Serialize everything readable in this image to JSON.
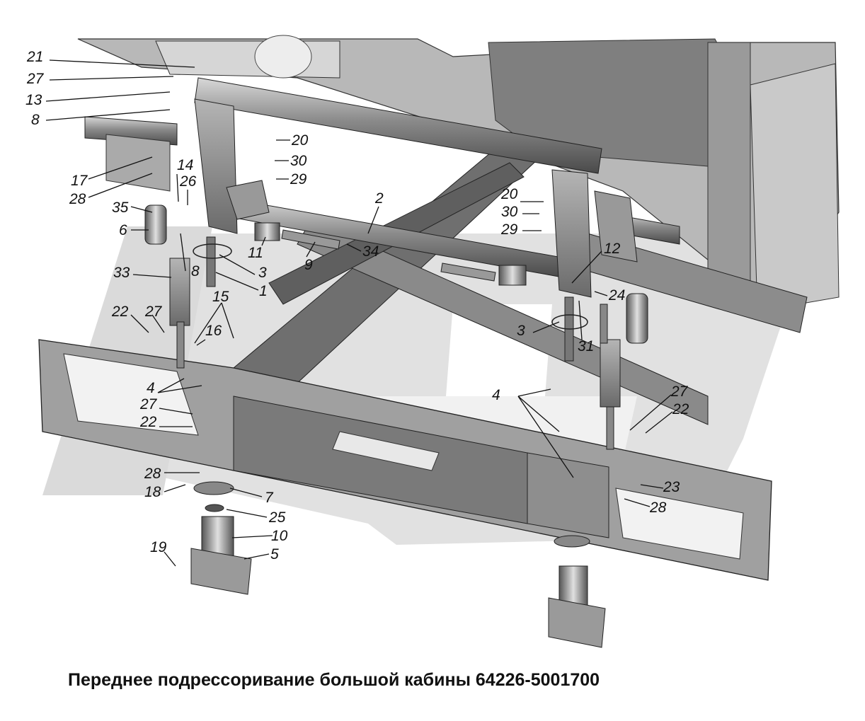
{
  "caption": "Переднее подрессоривание большой кабины 64226-5001700",
  "callouts": {
    "c21": "21",
    "c27a": "27",
    "c13": "13",
    "c8a": "8",
    "c17": "17",
    "c28a": "28",
    "c14": "14",
    "c26": "26",
    "c35": "35",
    "c6": "6",
    "c33": "33",
    "c8b": "8",
    "c22a": "22",
    "c27b": "27",
    "c15": "15",
    "c16": "16",
    "c4a": "4",
    "c27c": "27",
    "c22b": "22",
    "c20a": "20",
    "c30a": "30",
    "c29a": "29",
    "c11": "11",
    "c3a": "3",
    "c1": "1",
    "c9": "9",
    "c34": "34",
    "c2": "2",
    "c20b": "20",
    "c30b": "30",
    "c29b": "29",
    "c12": "12",
    "c24": "24",
    "c3b": "3",
    "c31": "31",
    "c4b": "4",
    "c27d": "27",
    "c22c": "22",
    "c28b": "28",
    "c18": "18",
    "c7": "7",
    "c25": "25",
    "c10": "10",
    "c19": "19",
    "c5": "5",
    "c23": "23",
    "c28c": "28"
  }
}
